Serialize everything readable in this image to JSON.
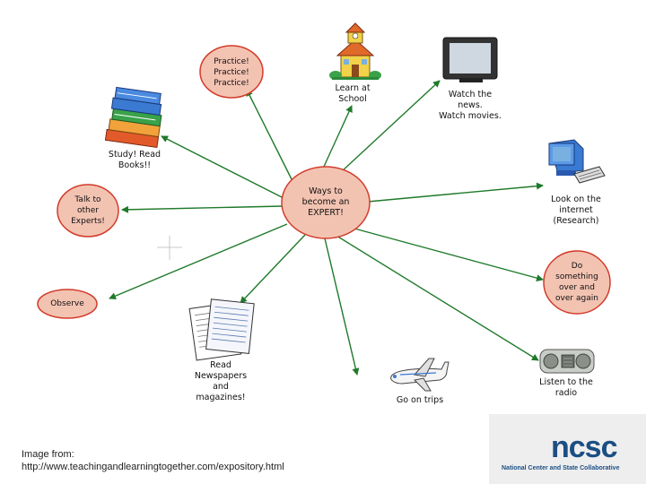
{
  "center": {
    "text": "Ways to\nbecome an\nEXPERT!"
  },
  "ovals": {
    "practice": "Practice!\nPractice!\nPractice!",
    "talk": "Talk to\nother\nExperts!",
    "observe": "Observe",
    "do_something": "Do\nsomething\nover and\nover again"
  },
  "labels": {
    "study": "Study! Read\nBooks!!",
    "school": "Learn at\nSchool",
    "news": "Watch the\nnews.\nWatch movies.",
    "internet": "Look on the\ninternet\n(Research)",
    "newspapers": "Read\nNewspapers\nand\nmagazines!",
    "trips": "Go on trips",
    "radio": "Listen to the\nradio"
  },
  "caption": {
    "line1": "Image from:",
    "line2": "http://www.teachingandlearningtogether.com/expository.html"
  },
  "logo": {
    "name": "ncsc",
    "tagline": "National Center and State Collaborative"
  },
  "colors": {
    "oval_fill": "#f3c3b2",
    "oval_stroke": "#d23b2b",
    "connector": "#1f7a2a",
    "logo_blue": "#1b4e83",
    "logo_orange": "#f08a1c",
    "logo_green": "#7cb342"
  }
}
